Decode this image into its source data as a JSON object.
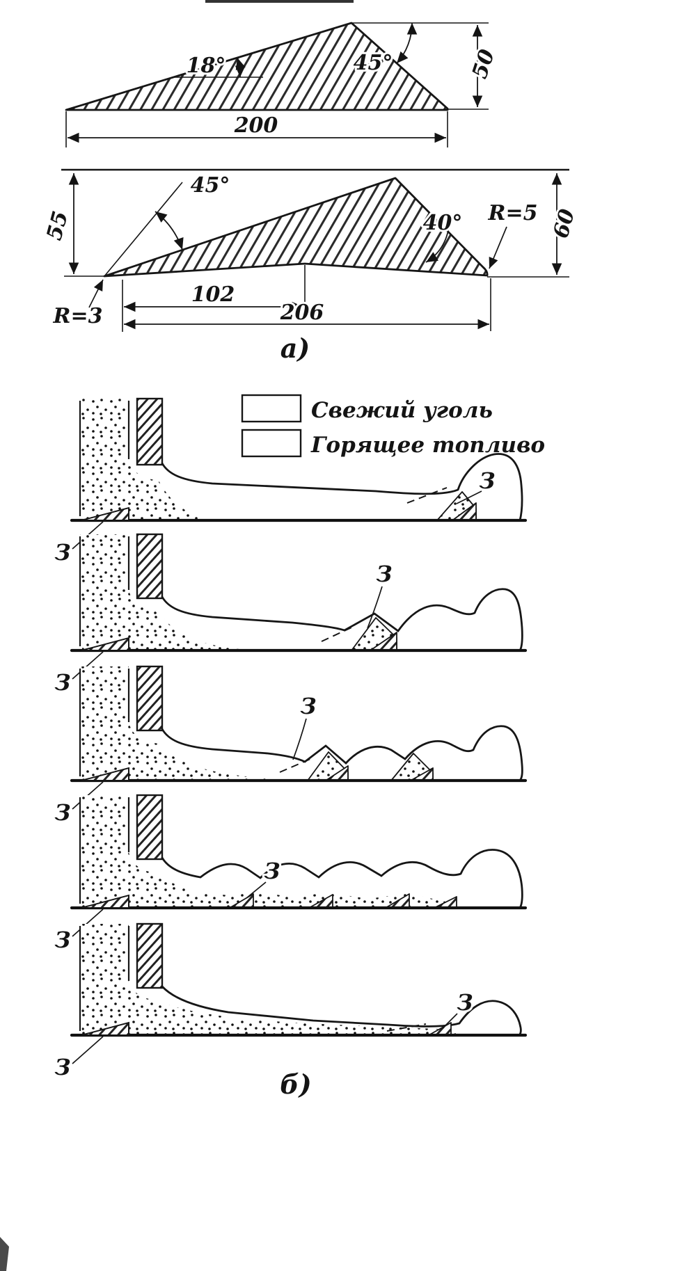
{
  "figure": {
    "part_a": {
      "caption": "а)",
      "top_profile": {
        "angle_left": "18°",
        "angle_right": "45°",
        "length": "200",
        "height": "50"
      },
      "bottom_profile": {
        "angle_left": "45°",
        "angle_right": "40°",
        "height_left": "55",
        "height_right": "60",
        "length_front": "102",
        "length_total": "206",
        "radius_left": "R=3",
        "radius_right": "R=5"
      }
    },
    "part_b": {
      "caption": "б)",
      "legend": [
        {
          "swatch": "dots",
          "label": "Свежий уголь"
        },
        {
          "swatch": "outline",
          "label": "Горящее топливо"
        }
      ],
      "zone_label": "З"
    }
  }
}
